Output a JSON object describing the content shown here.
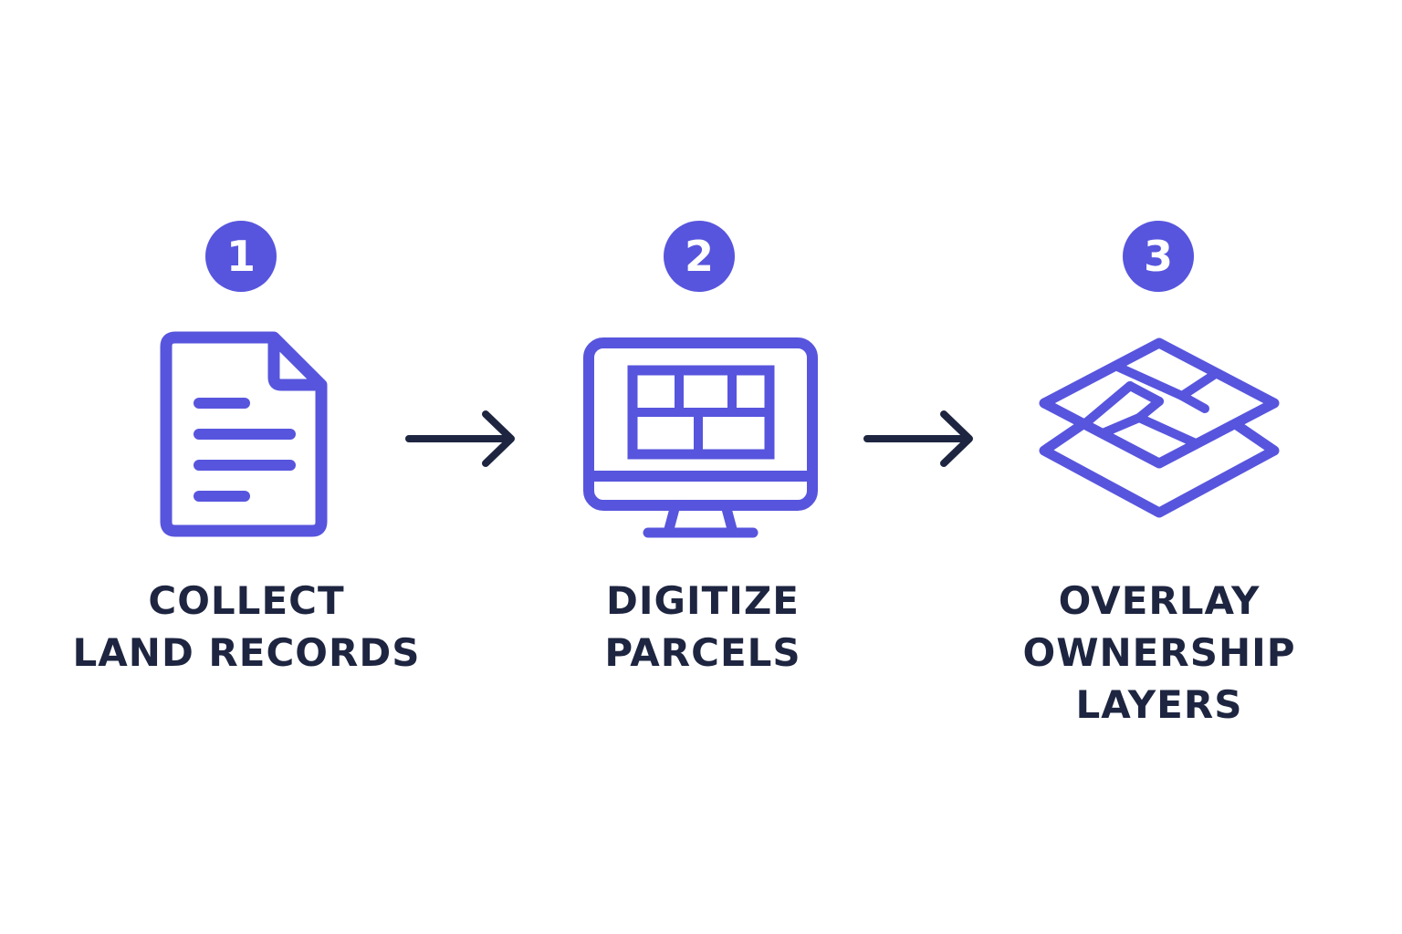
{
  "colors": {
    "accent": "#5755dd",
    "text": "#1e2540",
    "arrow": "#1e2540",
    "background": "#ffffff"
  },
  "steps": [
    {
      "number": "1",
      "icon": "document-icon",
      "label_lines": [
        "COLLECT",
        "LAND RECORDS"
      ]
    },
    {
      "number": "2",
      "icon": "monitor-grid-icon",
      "label_lines": [
        "DIGITIZE",
        "PARCELS"
      ]
    },
    {
      "number": "3",
      "icon": "layers-icon",
      "label_lines": [
        "OVERLAY",
        "OWNERSHIP",
        "LAYERS"
      ]
    }
  ],
  "connectors": [
    "arrow-right-icon",
    "arrow-right-icon"
  ]
}
